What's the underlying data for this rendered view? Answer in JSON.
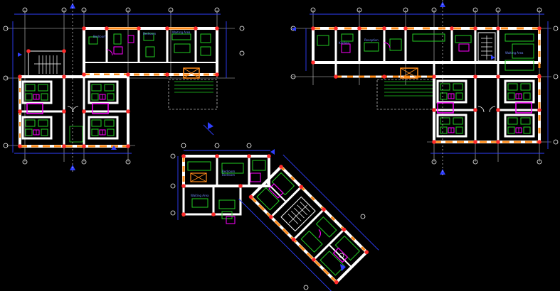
{
  "drawing": {
    "background": "#000000",
    "colors": {
      "wall": "#ffffff",
      "window": "#ff8c1a",
      "door": "#ff00ff",
      "furniture": "#22cc22",
      "dimension": "#2f3fff",
      "column": "#ff2a2a",
      "axis": "#dddddd",
      "hatch": "#ffffff",
      "label": "#6f8cff"
    },
    "plans": [
      {
        "name": "left-plan",
        "orientation": "horizontal"
      },
      {
        "name": "right-plan",
        "orientation": "horizontal-mirrored"
      },
      {
        "name": "bottom-plan",
        "orientation": "rotated"
      }
    ],
    "room_labels": [
      "Bedroom",
      "Bedroom",
      "Waiting Area",
      "Kitchen",
      "Reception",
      "Waiting Area",
      "Bedroom",
      "Bedroom",
      "Waiting Area"
    ]
  }
}
